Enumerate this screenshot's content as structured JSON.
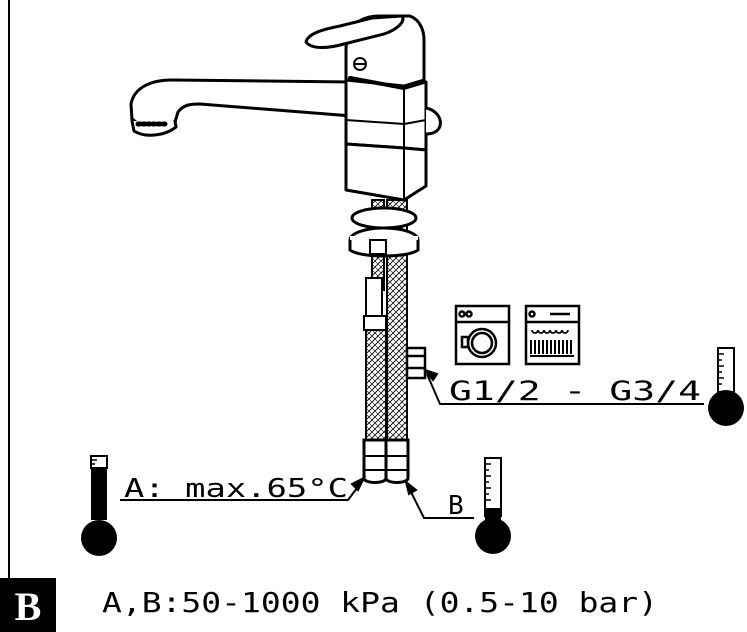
{
  "labels": {
    "inlet_a": "A: max.65°C",
    "inlet_b": "B",
    "thread": "G1/2 - G3/4",
    "pressure": "A,B:50-1000 kPa (0.5-10 bar)"
  },
  "badge": "B",
  "icons": [
    "washing-machine-icon",
    "dishwasher-icon",
    "thermometer-icon"
  ]
}
